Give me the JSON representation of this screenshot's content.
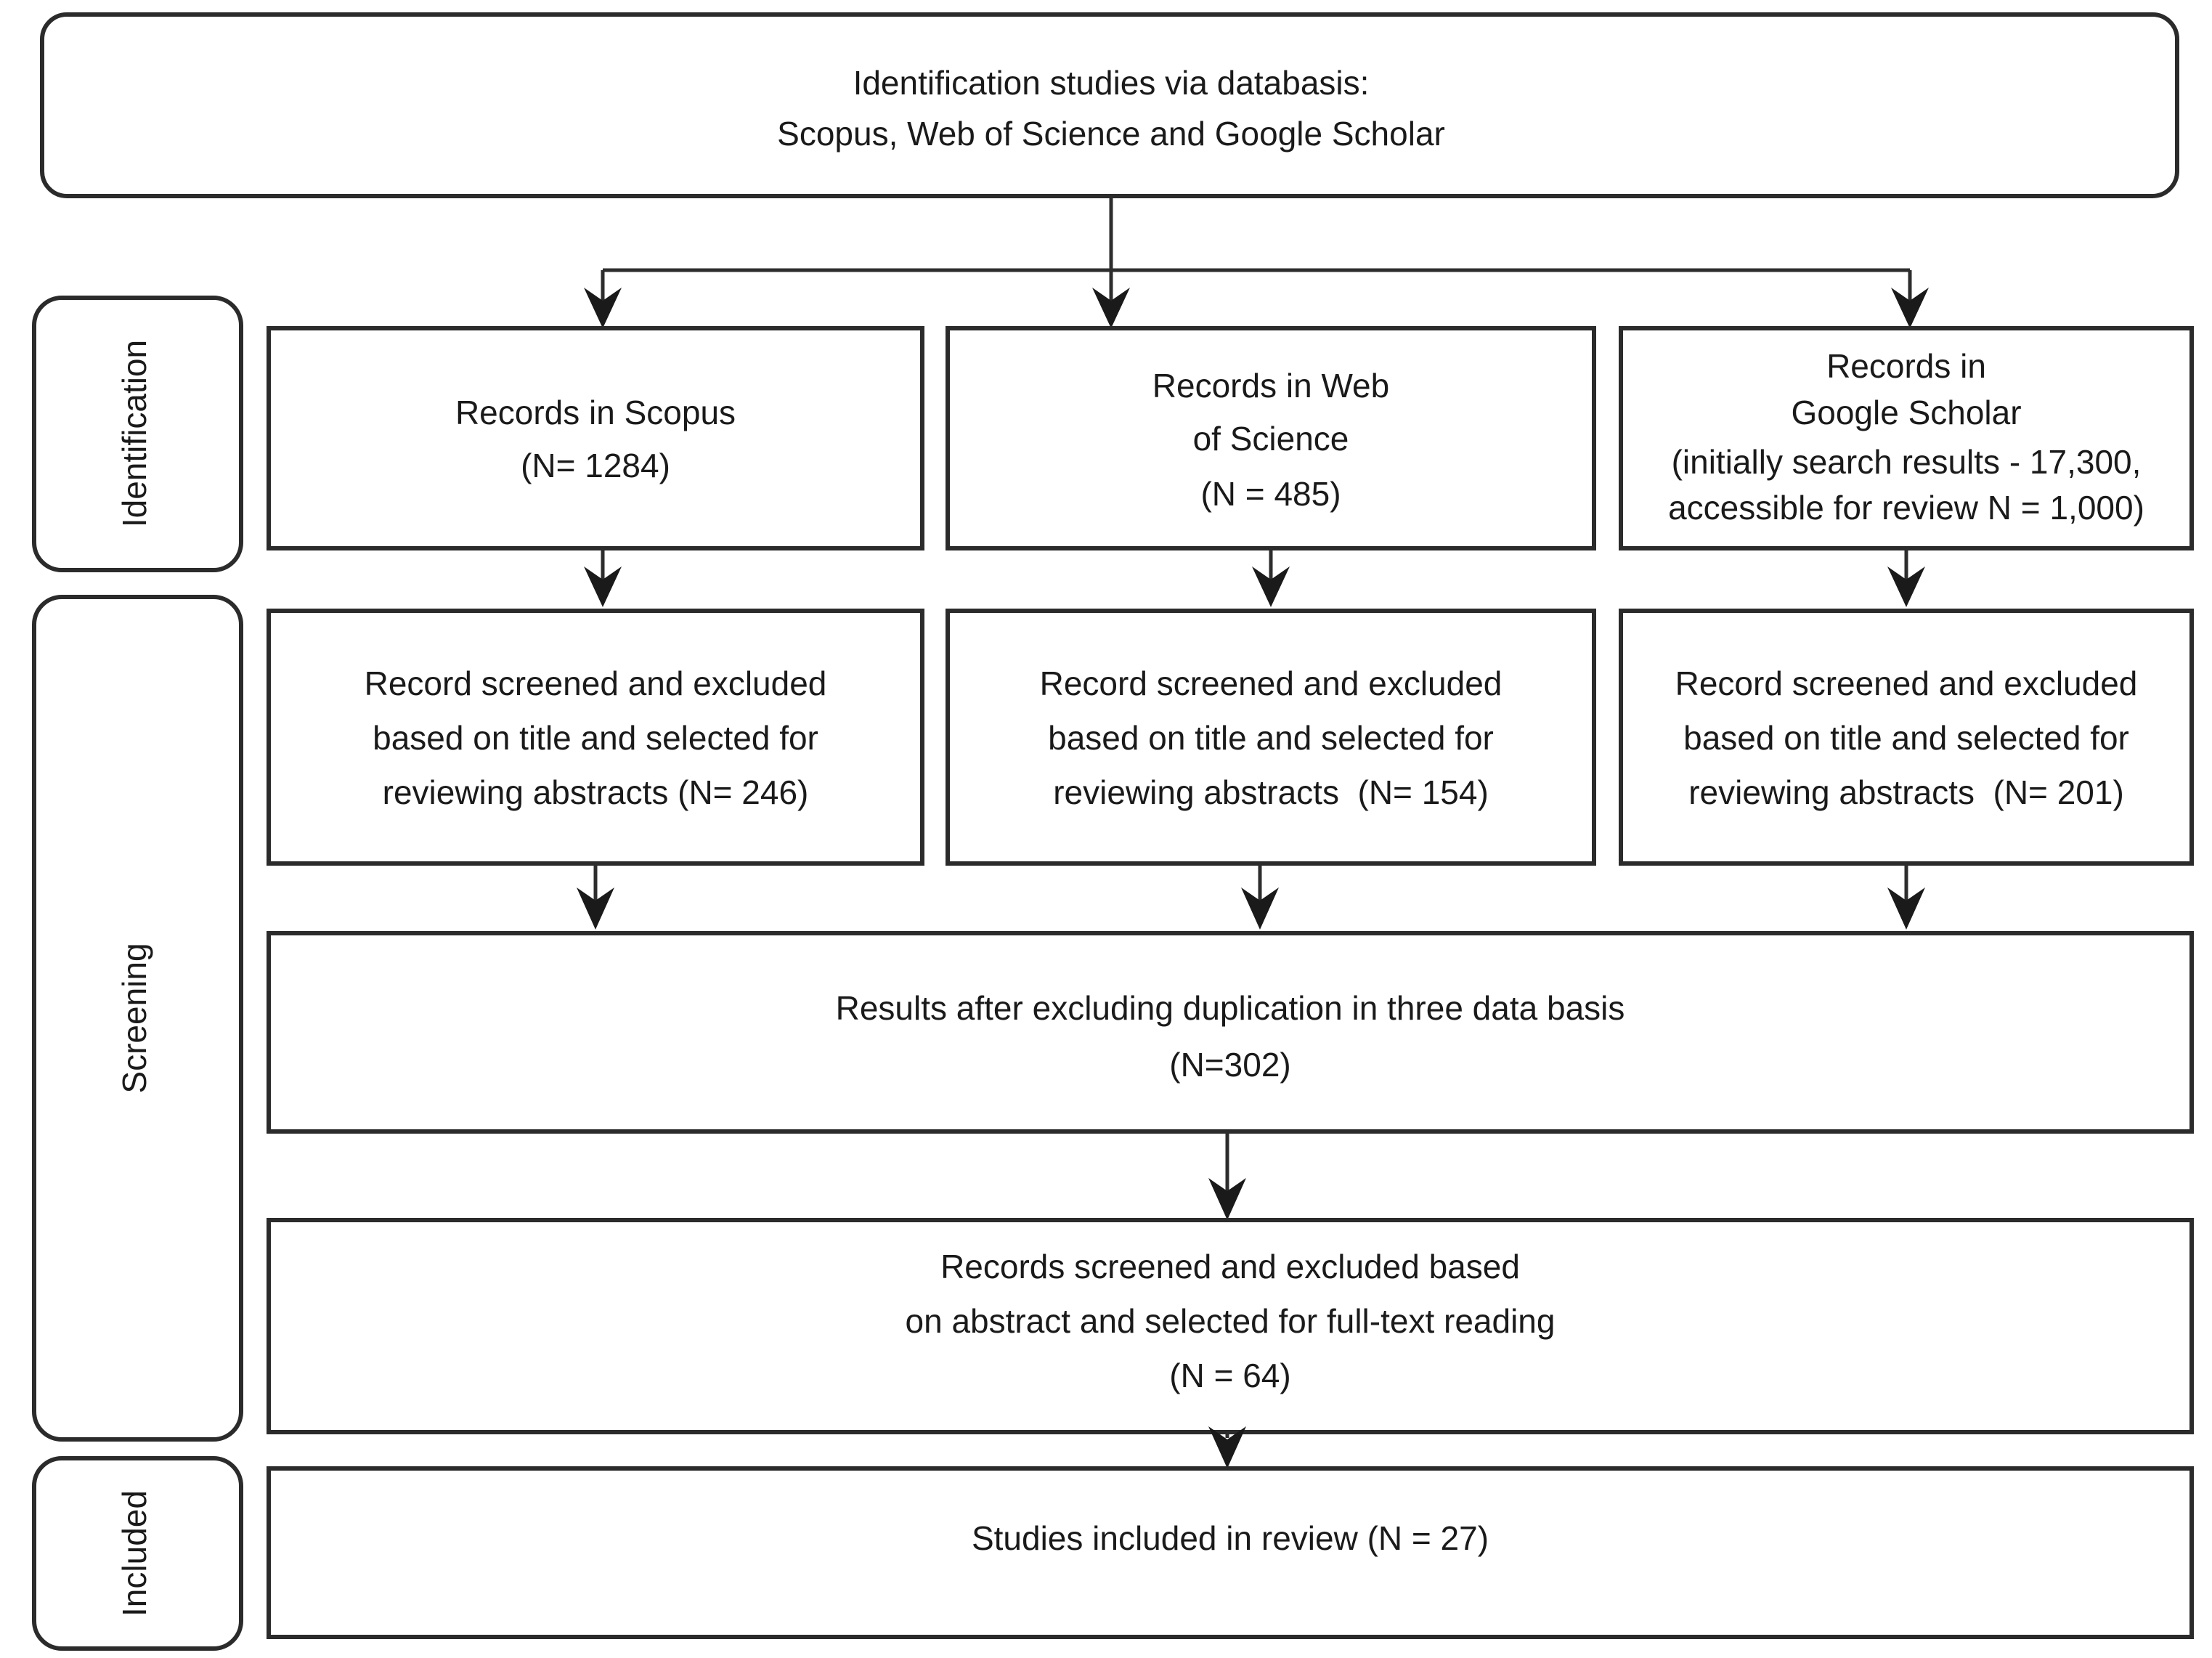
{
  "diagram": {
    "type": "prisma-flow-diagram",
    "title_box": {
      "lines": [
        "Identification studies via databasis:",
        "Scopus, Web of Science and Google Scholar"
      ]
    },
    "stages": [
      {
        "id": "identification",
        "label": "Identification"
      },
      {
        "id": "screening",
        "label": "Screening"
      },
      {
        "id": "included",
        "label": "Included"
      }
    ],
    "identification_row": [
      {
        "id": "scopus",
        "lines": [
          "Records in Scopus",
          "(N= 1284)"
        ]
      },
      {
        "id": "web-of-science",
        "lines": [
          "Records in Web",
          "of Science",
          "(N = 485)"
        ]
      },
      {
        "id": "google-scholar",
        "lines": [
          "Records in",
          "Google Scholar",
          "(initially search results - 17,300,",
          "accessible for review N = 1,000)"
        ]
      }
    ],
    "screening_row": [
      {
        "id": "scopus-title-screen",
        "lines": [
          "Record screened and excluded",
          "based on title and selected for",
          "reviewing abstracts (N= 246)"
        ]
      },
      {
        "id": "wos-title-screen",
        "lines": [
          "Record screened and excluded",
          "based on title and selected for",
          "reviewing abstracts  (N= 154)"
        ]
      },
      {
        "id": "scholar-title-screen",
        "lines": [
          "Record screened and excluded",
          "based on title and selected for",
          "reviewing abstracts  (N= 201)"
        ]
      }
    ],
    "deduplication_box": {
      "id": "deduplication",
      "lines": [
        "Results after excluding duplication in three data basis",
        "(N=302)"
      ]
    },
    "abstract_screening_box": {
      "id": "abstract-screening",
      "lines": [
        "Records screened and excluded based",
        "on abstract and selected for full-text reading",
        "(N = 64)"
      ]
    },
    "included_box": {
      "id": "studies-included",
      "lines": [
        "Studies included in review (N = 27)"
      ]
    },
    "counts": {
      "scopus_records": 1284,
      "wos_records": 485,
      "scholar_initial_results": "17,300",
      "scholar_accessible": "1,000",
      "scopus_abstracts": 246,
      "wos_abstracts": 154,
      "scholar_abstracts": 201,
      "after_duplicates": 302,
      "full_text_selected": 64,
      "studies_included": 27
    },
    "colors": {
      "background": "#ffffff",
      "box_border": "#2b2b2b",
      "text": "#1a1a1a",
      "connector": "#2d2d2d"
    }
  }
}
